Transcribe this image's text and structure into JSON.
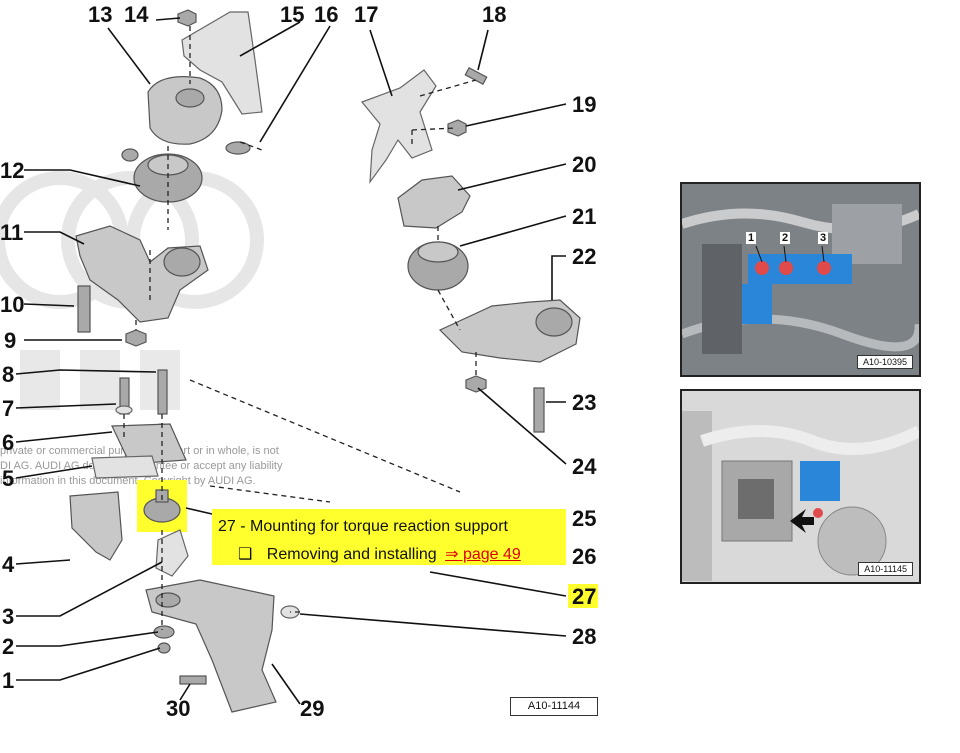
{
  "callout": {
    "number": "27",
    "title": "Mounting for torque reaction support",
    "bullet": "❑",
    "item": "Removing and installing",
    "link": "⇒ page 49"
  },
  "figure_refs": {
    "main": "A10-11144",
    "photo_top": "A10-10395",
    "photo_bottom": "A10-11145"
  },
  "photo_top_labels": [
    "1",
    "2",
    "3"
  ],
  "watermark": {
    "line1": "private or commercial purposes, in part or in whole, is not",
    "line2": "DI AG. AUDI AG does not guarantee or accept any liability",
    "line3": "information in this document. Copyright by AUDI AG."
  },
  "part_numbers": [
    "1",
    "2",
    "3",
    "4",
    "5",
    "6",
    "7",
    "8",
    "9",
    "10",
    "11",
    "12",
    "13",
    "14",
    "15",
    "16",
    "17",
    "18",
    "19",
    "20",
    "21",
    "22",
    "23",
    "24",
    "25",
    "26",
    "27",
    "28",
    "29",
    "30"
  ],
  "colors": {
    "highlight": "#ffff2e",
    "link": "#e00000",
    "bracket_blue": "#2a86d8"
  }
}
